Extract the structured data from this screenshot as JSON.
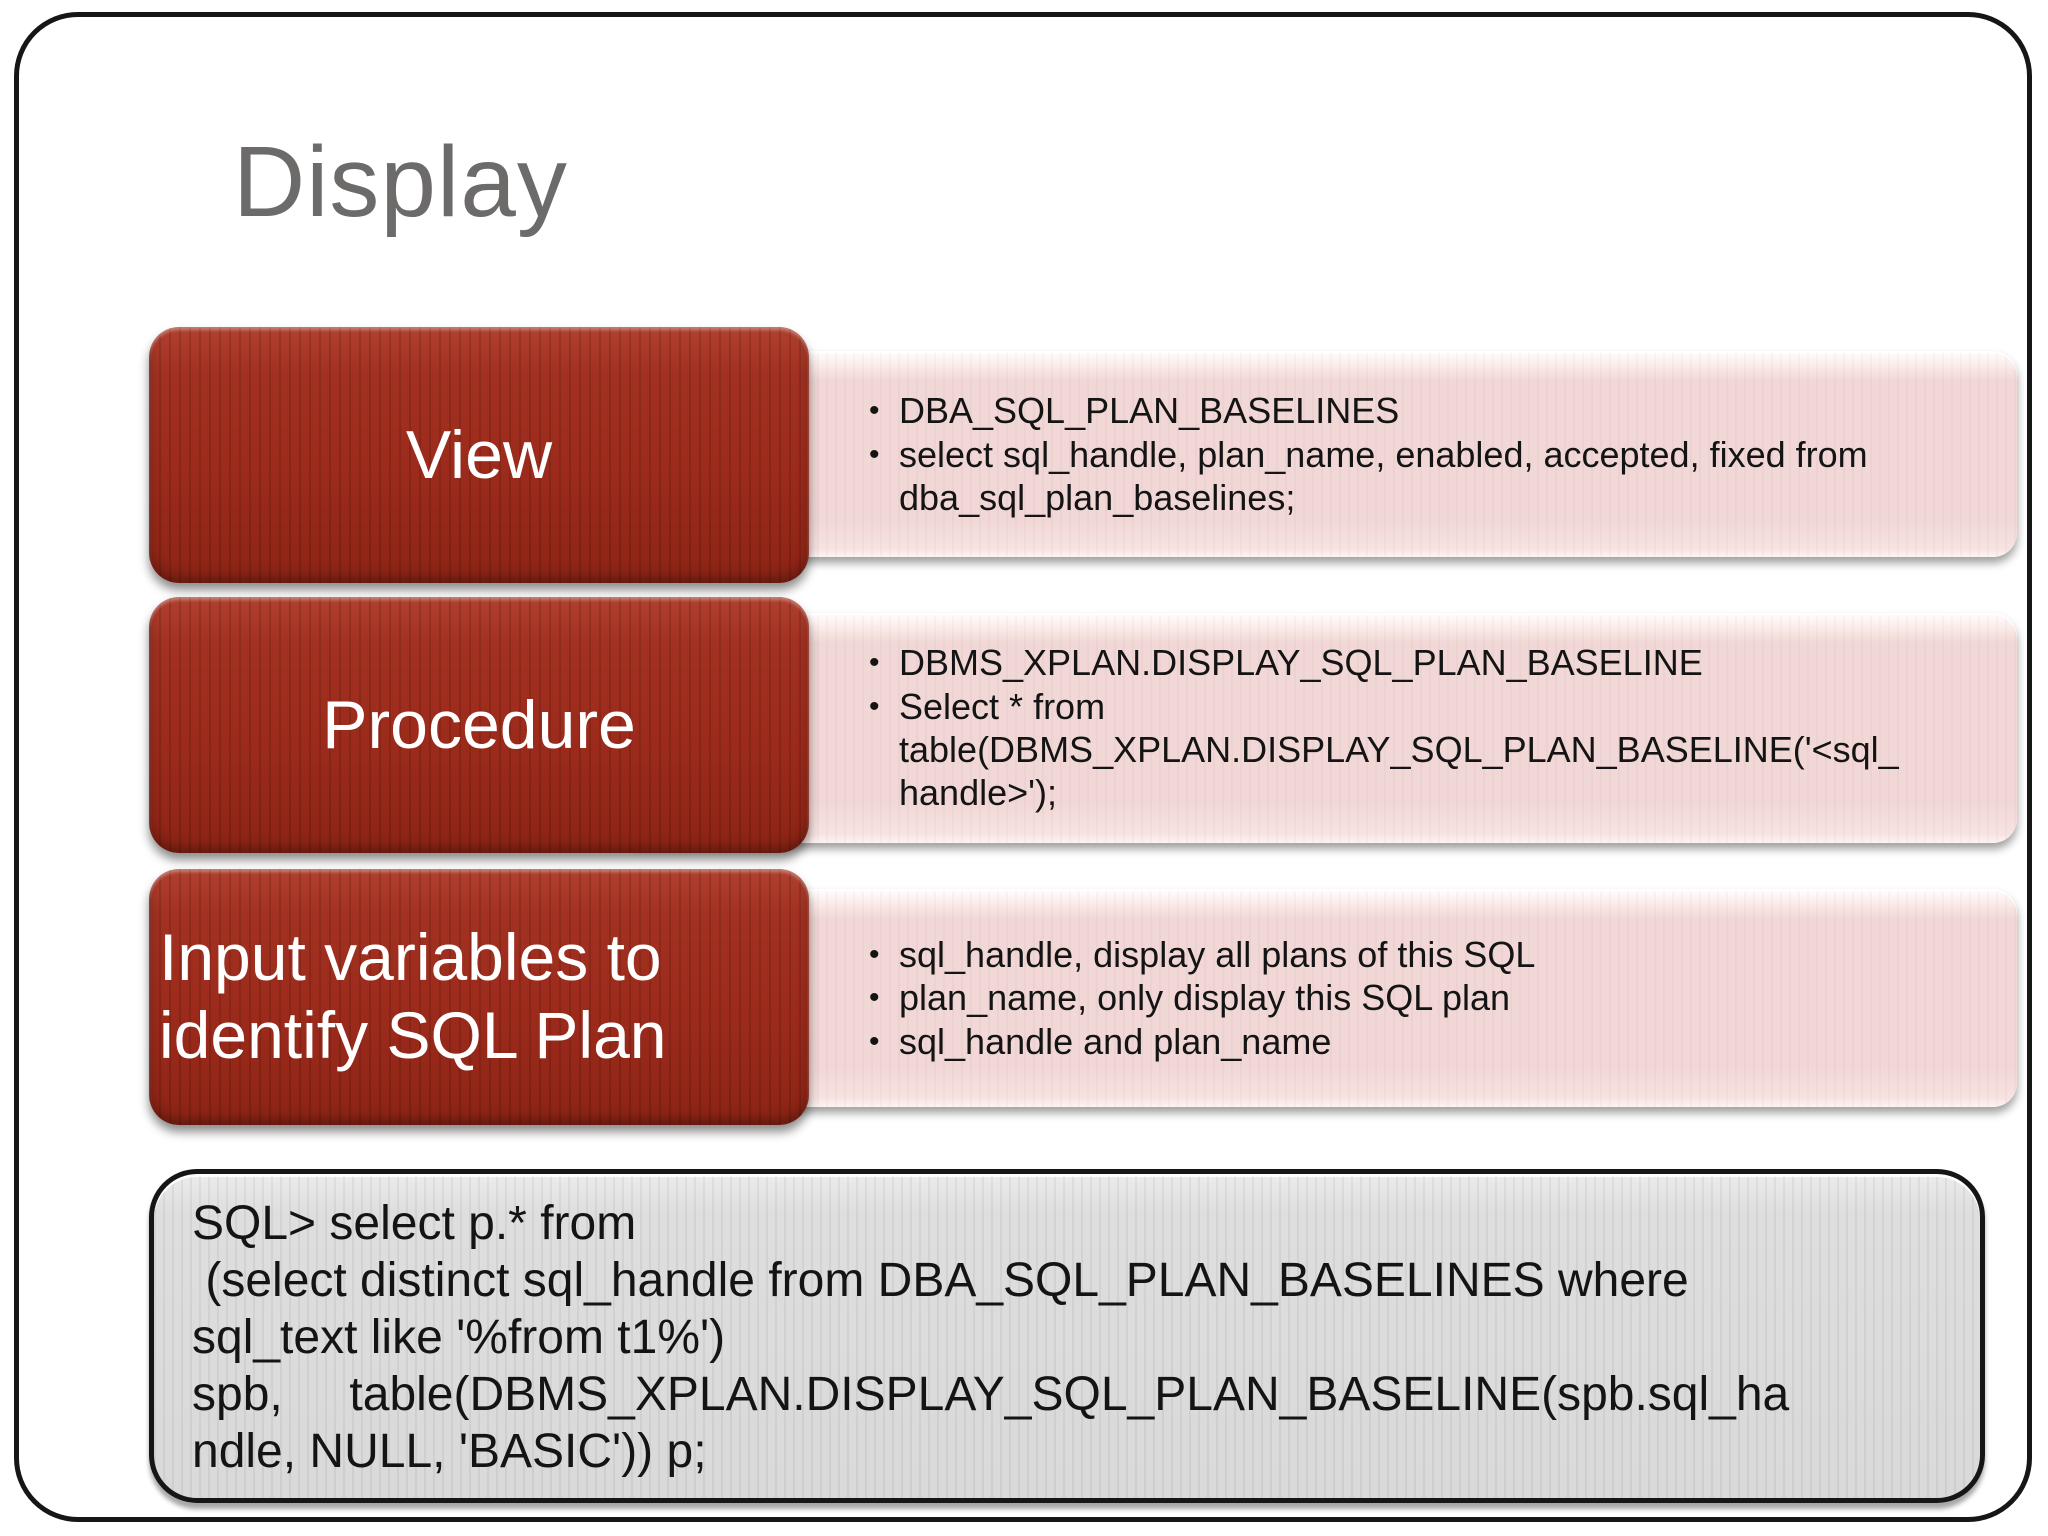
{
  "slide": {
    "title": "Display"
  },
  "colors": {
    "shape_red": "#9b2a1b",
    "panel_pink": "#f1d7d5",
    "code_box_gray": "#dcdcdc",
    "title_gray": "#6d6a6a",
    "text_black": "#141414",
    "border_black": "#161616"
  },
  "rows": [
    {
      "label": "View",
      "bullets": [
        "DBA_SQL_PLAN_BASELINES",
        "select sql_handle, plan_name, enabled, accepted, fixed from dba_sql_plan_baselines;"
      ]
    },
    {
      "label": "Procedure",
      "bullets": [
        "DBMS_XPLAN.DISPLAY_SQL_PLAN_BASELINE",
        "Select * from table(DBMS_XPLAN.DISPLAY_SQL_PLAN_BASELINE('<sql_handle>');"
      ]
    },
    {
      "label": "Input variables to identify SQL Plan",
      "bullets": [
        "sql_handle, display all plans of this SQL",
        "plan_name, only display this SQL plan",
        "sql_handle and plan_name"
      ]
    }
  ],
  "bullet_marker": "•",
  "code_box": {
    "text": "SQL> select p.* from\n (select distinct sql_handle from DBA_SQL_PLAN_BASELINES where\nsql_text like '%from t1%')\nspb,     table(DBMS_XPLAN.DISPLAY_SQL_PLAN_BASELINE(spb.sql_ha\nndle, NULL, 'BASIC')) p;"
  }
}
